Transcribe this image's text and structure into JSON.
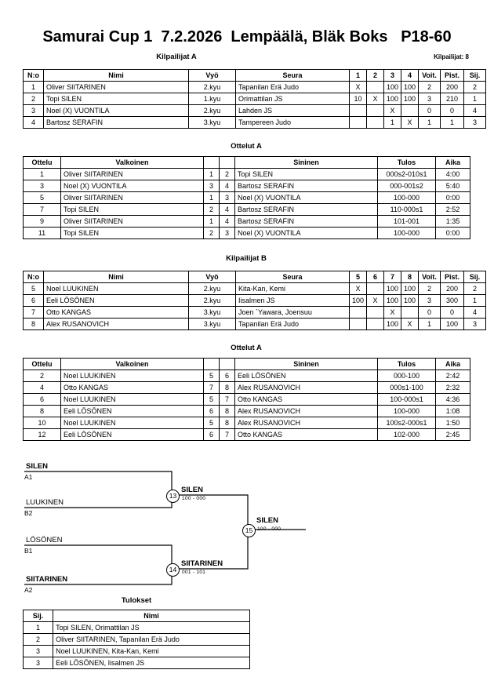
{
  "header": {
    "title": "Samurai Cup 1  7.2.2026  Lempäälä, Bläk Boks   P18-60",
    "competitor_count_label": "Kilpailijat: 8"
  },
  "sections": {
    "pool_a_caption": "Kilpailijat A",
    "matches_a1_caption": "Ottelut A",
    "pool_b_caption": "Kilpailijat B",
    "matches_a2_caption": "Ottelut A",
    "results_caption": "Tulokset"
  },
  "pool_a": {
    "headers": [
      "N:o",
      "Nimi",
      "Vyö",
      "Seura",
      "1",
      "2",
      "3",
      "4",
      "Voit.",
      "Pist.",
      "Sij."
    ],
    "rows": [
      {
        "no": "1",
        "name": "Oliver SIITARINEN",
        "belt": "2.kyu",
        "club": "Tapanilan Erä Judo",
        "m1": "X",
        "m2": "",
        "m3": "100",
        "m4": "100",
        "wins": "2",
        "points": "200",
        "rank": "2"
      },
      {
        "no": "2",
        "name": "Topi SILEN",
        "belt": "1.kyu",
        "club": "Orimattilan JS",
        "m1": "10",
        "m2": "X",
        "m3": "100",
        "m4": "100",
        "wins": "3",
        "points": "210",
        "rank": "1"
      },
      {
        "no": "3",
        "name": "Noel (X) VUONTILA",
        "belt": "2.kyu",
        "club": "Lahden JS",
        "m1": "",
        "m2": "",
        "m3": "X",
        "m4": "",
        "wins": "0",
        "points": "0",
        "rank": "4"
      },
      {
        "no": "4",
        "name": "Bartosz SERAFIN",
        "belt": "3.kyu",
        "club": "Tampereen Judo",
        "m1": "",
        "m2": "",
        "m3": "1",
        "m4": "X",
        "wins": "1",
        "points": "1",
        "rank": "3"
      }
    ]
  },
  "matches_a1": {
    "headers": [
      "Ottelu",
      "Valkoinen",
      "",
      "",
      "Sininen",
      "Tulos",
      "Aika"
    ],
    "rows": [
      {
        "no": "1",
        "white": "Oliver SIITARINEN",
        "white_bold": false,
        "wn": "1",
        "bn": "2",
        "blue": "Topi SILEN",
        "blue_bold": true,
        "result": "000s2-010s1",
        "time": "4:00"
      },
      {
        "no": "3",
        "white": "Noel (X) VUONTILA",
        "white_bold": false,
        "wn": "3",
        "bn": "4",
        "blue": "Bartosz SERAFIN",
        "blue_bold": true,
        "result": "000-001s2",
        "time": "5:40"
      },
      {
        "no": "5",
        "white": "Oliver SIITARINEN",
        "white_bold": true,
        "wn": "1",
        "bn": "3",
        "blue": "Noel (X) VUONTILA",
        "blue_bold": false,
        "result": "100-000",
        "time": "0:00"
      },
      {
        "no": "7",
        "white": "Topi SILEN",
        "white_bold": true,
        "wn": "2",
        "bn": "4",
        "blue": "Bartosz SERAFIN",
        "blue_bold": false,
        "result": "110-000s1",
        "time": "2:52"
      },
      {
        "no": "9",
        "white": "Oliver SIITARINEN",
        "white_bold": true,
        "wn": "1",
        "bn": "4",
        "blue": "Bartosz SERAFIN",
        "blue_bold": false,
        "result": "101-001",
        "time": "1:35"
      },
      {
        "no": "11",
        "white": "Topi SILEN",
        "white_bold": true,
        "wn": "2",
        "bn": "3",
        "blue": "Noel (X) VUONTILA",
        "blue_bold": false,
        "result": "100-000",
        "time": "0:00"
      }
    ]
  },
  "pool_b": {
    "headers": [
      "N:o",
      "Nimi",
      "Vyö",
      "Seura",
      "5",
      "6",
      "7",
      "8",
      "Voit.",
      "Pist.",
      "Sij."
    ],
    "rows": [
      {
        "no": "5",
        "name": "Noel LUUKINEN",
        "belt": "2.kyu",
        "club": "Kita-Kan, Kemi",
        "m1": "X",
        "m2": "",
        "m3": "100",
        "m4": "100",
        "wins": "2",
        "points": "200",
        "rank": "2"
      },
      {
        "no": "6",
        "name": "Eeli LÖSÖNEN",
        "belt": "2.kyu",
        "club": "Iisalmen JS",
        "m1": "100",
        "m2": "X",
        "m3": "100",
        "m4": "100",
        "wins": "3",
        "points": "300",
        "rank": "1"
      },
      {
        "no": "7",
        "name": "Otto KANGAS",
        "belt": "3.kyu",
        "club": "Joen `Yawara, Joensuu",
        "m1": "",
        "m2": "",
        "m3": "X",
        "m4": "",
        "wins": "0",
        "points": "0",
        "rank": "4"
      },
      {
        "no": "8",
        "name": "Alex RUSANOVICH",
        "belt": "3.kyu",
        "club": "Tapanilan Erä Judo",
        "m1": "",
        "m2": "",
        "m3": "100",
        "m4": "X",
        "wins": "1",
        "points": "100",
        "rank": "3"
      }
    ]
  },
  "matches_a2": {
    "headers": [
      "Ottelu",
      "Valkoinen",
      "",
      "",
      "Sininen",
      "Tulos",
      "Aika"
    ],
    "rows": [
      {
        "no": "2",
        "white": "Noel LUUKINEN",
        "white_bold": false,
        "wn": "5",
        "bn": "6",
        "blue": "Eeli LÖSÖNEN",
        "blue_bold": true,
        "result": "000-100",
        "time": "2:42"
      },
      {
        "no": "4",
        "white": "Otto KANGAS",
        "white_bold": false,
        "wn": "7",
        "bn": "8",
        "blue": "Alex RUSANOVICH",
        "blue_bold": true,
        "result": "000s1-100",
        "time": "2:32"
      },
      {
        "no": "6",
        "white": "Noel LUUKINEN",
        "white_bold": true,
        "wn": "5",
        "bn": "7",
        "blue": "Otto KANGAS",
        "blue_bold": false,
        "result": "100-000s1",
        "time": "4:36"
      },
      {
        "no": "8",
        "white": "Eeli LÖSÖNEN",
        "white_bold": true,
        "wn": "6",
        "bn": "8",
        "blue": "Alex RUSANOVICH",
        "blue_bold": false,
        "result": "100-000",
        "time": "1:08"
      },
      {
        "no": "10",
        "white": "Noel LUUKINEN",
        "white_bold": true,
        "wn": "5",
        "bn": "8",
        "blue": "Alex RUSANOVICH",
        "blue_bold": false,
        "result": "100s2-000s1",
        "time": "1:50"
      },
      {
        "no": "12",
        "white": "Eeli LÖSÖNEN",
        "white_bold": true,
        "wn": "6",
        "bn": "7",
        "blue": "Otto KANGAS",
        "blue_bold": false,
        "result": "102-000",
        "time": "2:45"
      }
    ]
  },
  "bracket": {
    "seeds": [
      {
        "name": "SILEN",
        "code": "A1",
        "bold": true
      },
      {
        "name": "LUUKINEN",
        "code": "B2",
        "bold": false
      },
      {
        "name": "LÖSÖNEN",
        "code": "B1",
        "bold": false
      },
      {
        "name": "SIITARINEN",
        "code": "A2",
        "bold": true
      }
    ],
    "semifinals": [
      {
        "number": "13",
        "winner": "SILEN",
        "score": "100 - 000"
      },
      {
        "number": "14",
        "winner": "SIITARINEN",
        "score": "001 - 101"
      }
    ],
    "final": {
      "number": "15",
      "winner": "SILEN",
      "score": "100 - 000"
    }
  },
  "results": {
    "headers": [
      "Sij.",
      "Nimi"
    ],
    "rows": [
      {
        "rank": "1",
        "name": "Topi SILEN, Orimattilan JS"
      },
      {
        "rank": "2",
        "name": "Oliver SIITARINEN, Tapanilan Erä Judo"
      },
      {
        "rank": "3",
        "name": "Noel LUUKINEN, Kita-Kan, Kemi"
      },
      {
        "rank": "3",
        "name": "Eeli LÖSÖNEN, Iisalmen JS"
      }
    ]
  }
}
